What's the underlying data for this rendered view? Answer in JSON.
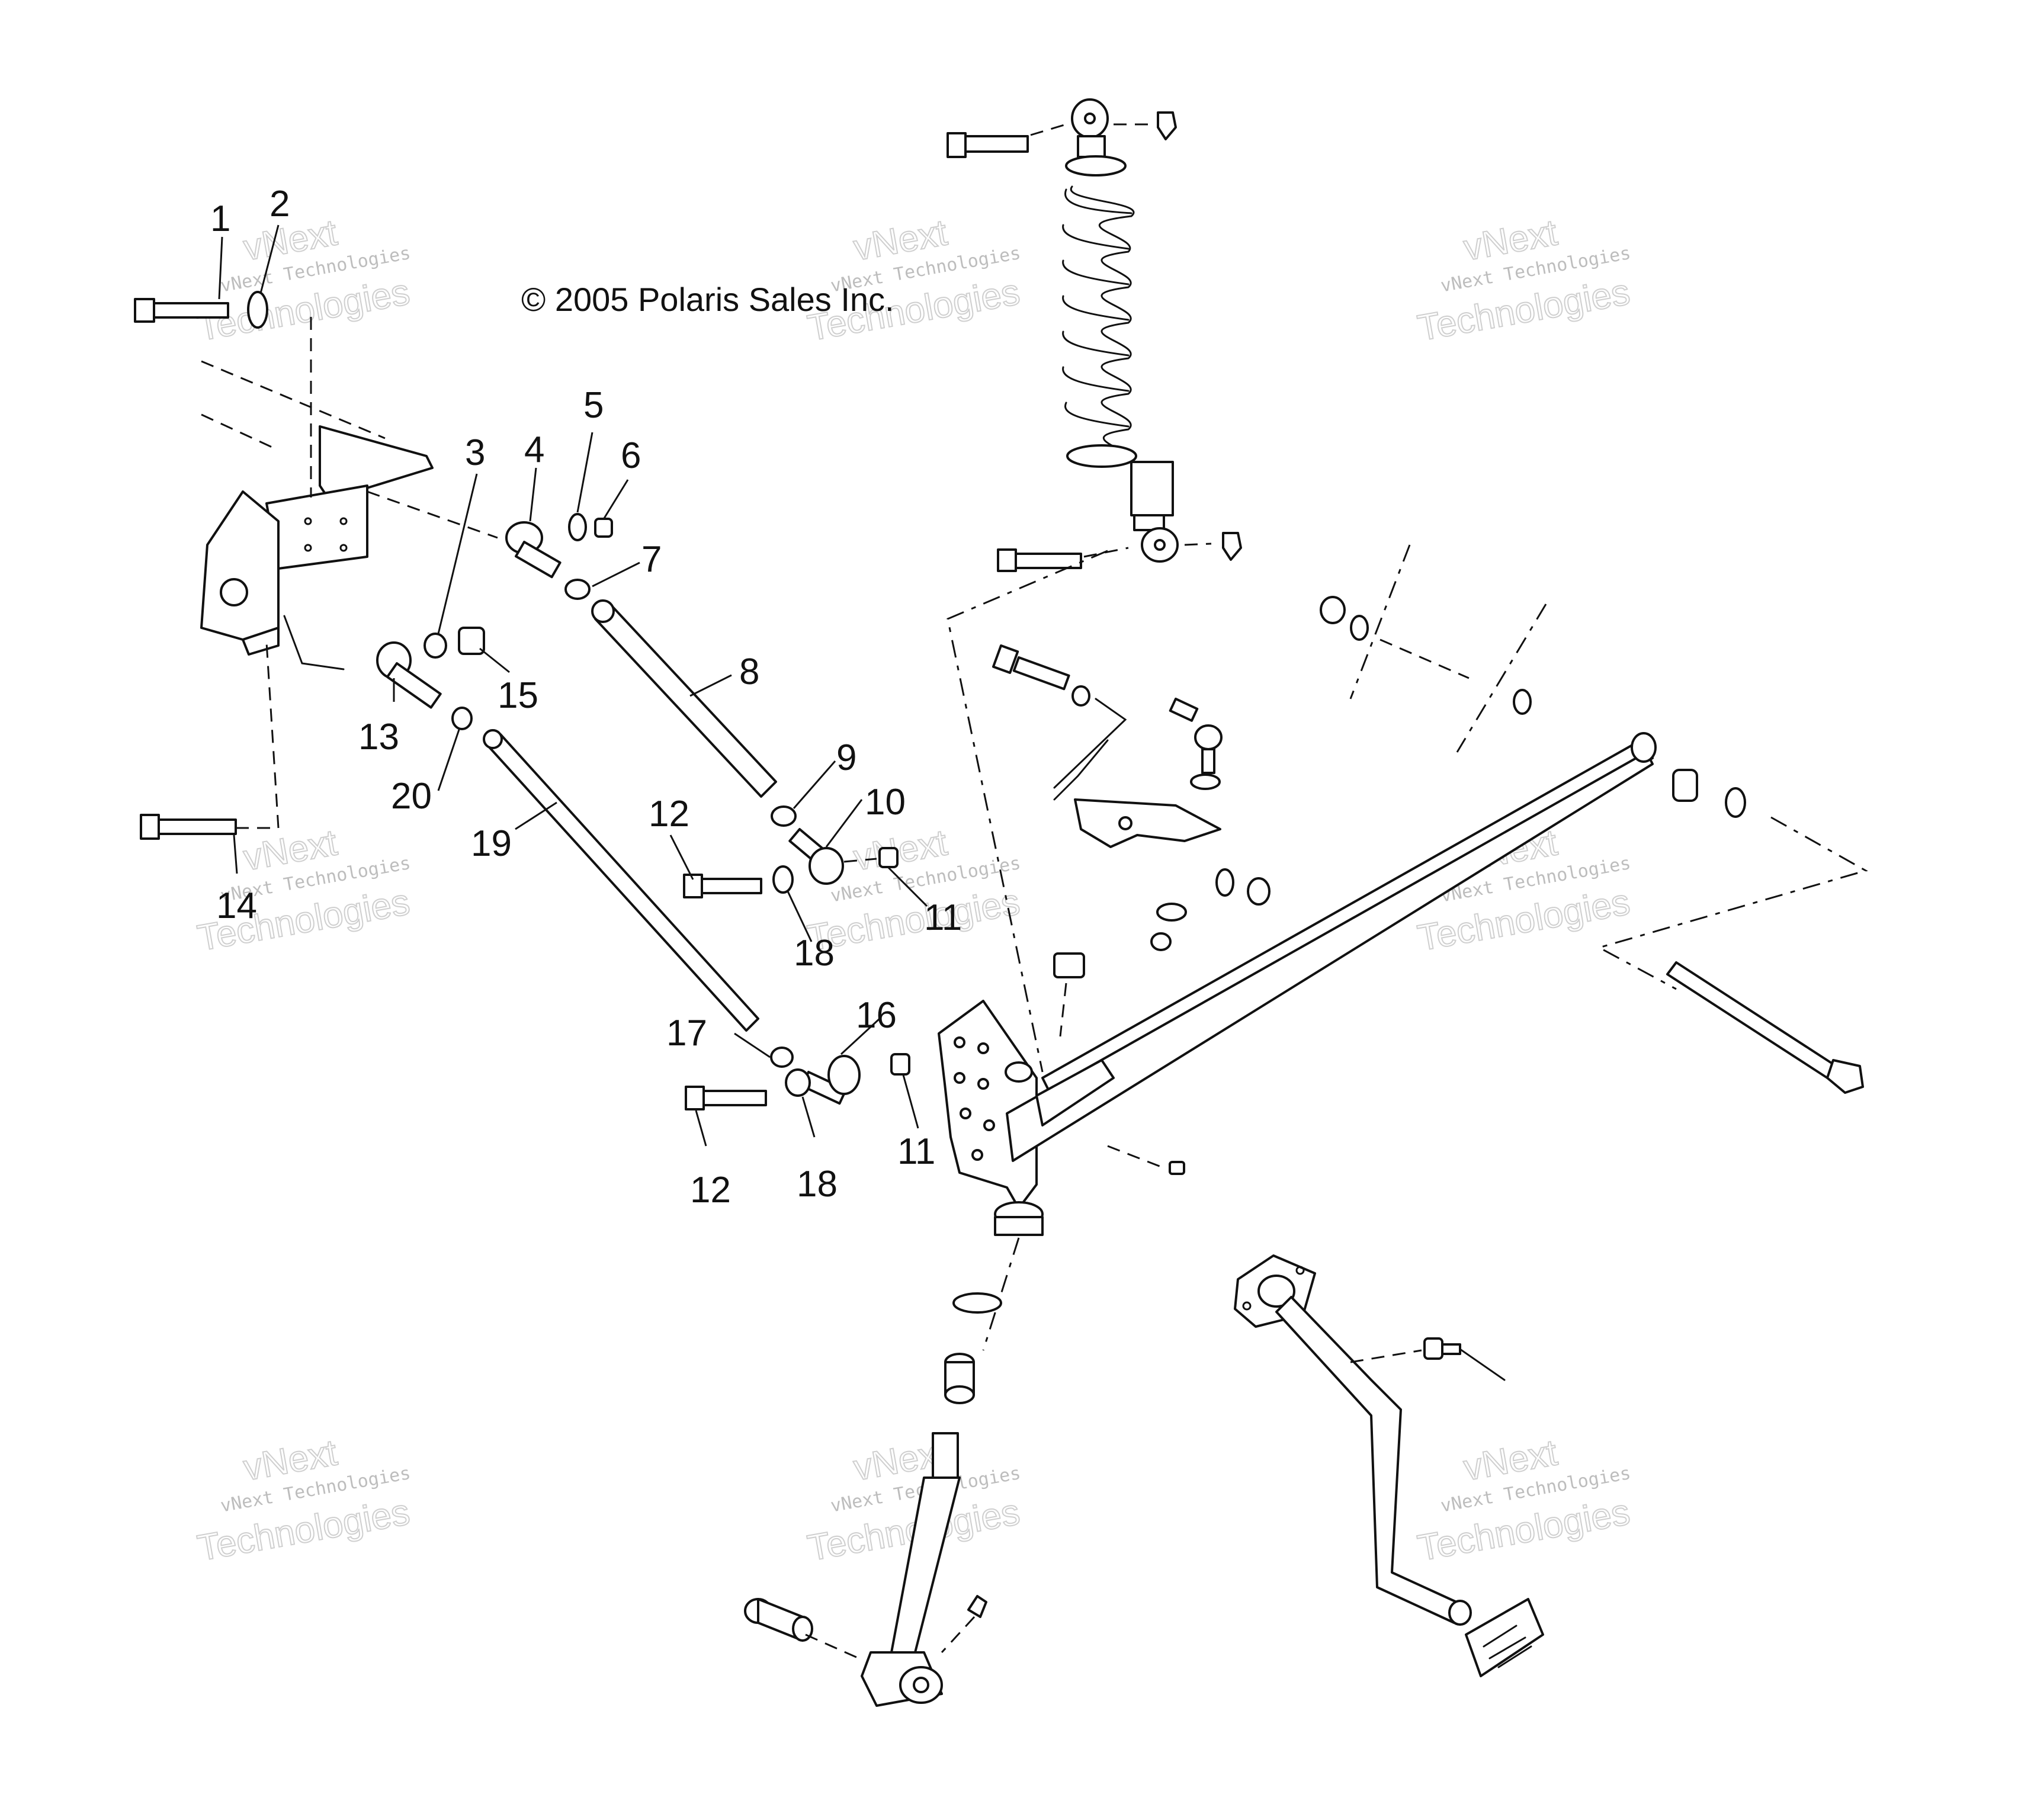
{
  "copyright": "© 2005 Polaris Sales Inc.",
  "callouts": [
    "1",
    "2",
    "3",
    "4",
    "5",
    "6",
    "7",
    "8",
    "9",
    "10",
    "11",
    "12",
    "13",
    "14",
    "15",
    "16",
    "17",
    "18",
    "19",
    "20",
    "11",
    "12",
    "18"
  ],
  "watermark": {
    "line1": "vNext",
    "line2": "vNext Technologies",
    "line3": "Technologies"
  }
}
